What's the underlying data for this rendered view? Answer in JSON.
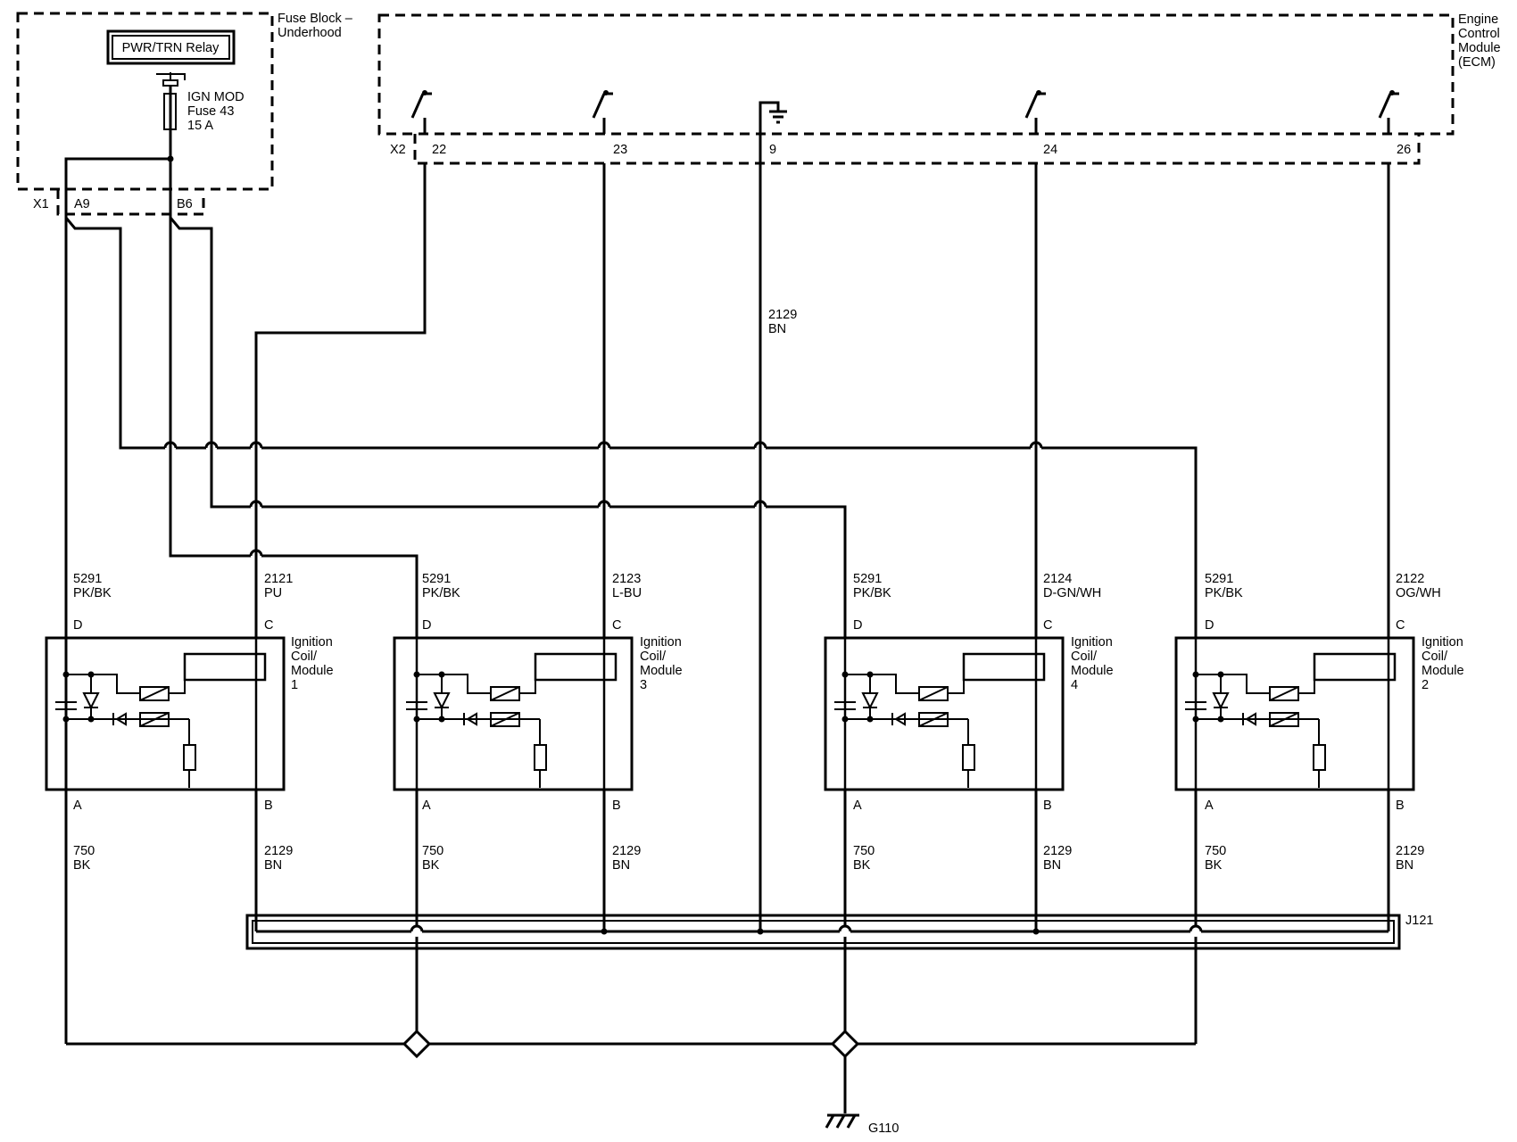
{
  "fuse_block": {
    "label_line1": "Fuse Block –",
    "label_line2": "Underhood",
    "relay_label": "PWR/TRN Relay",
    "fuse_line1": "IGN MOD",
    "fuse_line2": "Fuse 43",
    "fuse_line3": "15 A",
    "connector": "X1",
    "pin_a9": "A9",
    "pin_b6": "B6"
  },
  "ecm": {
    "label_line1": "Engine",
    "label_line2": "Control",
    "label_line3": "Module",
    "label_line4": "(ECM)",
    "connector": "X2",
    "pins": [
      "22",
      "23",
      "9",
      "24",
      "26"
    ]
  },
  "ground_wire": {
    "circuit": "2129",
    "color": "BN"
  },
  "coils": [
    {
      "name_line1": "Ignition",
      "name_line2": "Coil/",
      "name_line3": "Module",
      "number": "1",
      "d_circuit": "5291",
      "d_color": "PK/BK",
      "c_circuit": "2121",
      "c_color": "PU",
      "a_circuit": "750",
      "a_color": "BK",
      "b_circuit": "2129",
      "b_color": "BN",
      "pin_d": "D",
      "pin_c": "C",
      "pin_a": "A",
      "pin_b": "B"
    },
    {
      "name_line1": "Ignition",
      "name_line2": "Coil/",
      "name_line3": "Module",
      "number": "3",
      "d_circuit": "5291",
      "d_color": "PK/BK",
      "c_circuit": "2123",
      "c_color": "L-BU",
      "a_circuit": "750",
      "a_color": "BK",
      "b_circuit": "2129",
      "b_color": "BN",
      "pin_d": "D",
      "pin_c": "C",
      "pin_a": "A",
      "pin_b": "B"
    },
    {
      "name_line1": "Ignition",
      "name_line2": "Coil/",
      "name_line3": "Module",
      "number": "4",
      "d_circuit": "5291",
      "d_color": "PK/BK",
      "c_circuit": "2124",
      "c_color": "D-GN/WH",
      "a_circuit": "750",
      "a_color": "BK",
      "b_circuit": "2129",
      "b_color": "BN",
      "pin_d": "D",
      "pin_c": "C",
      "pin_a": "A",
      "pin_b": "B"
    },
    {
      "name_line1": "Ignition",
      "name_line2": "Coil/",
      "name_line3": "Module",
      "number": "2",
      "d_circuit": "5291",
      "d_color": "PK/BK",
      "c_circuit": "2122",
      "c_color": "OG/WH",
      "a_circuit": "750",
      "a_color": "BK",
      "b_circuit": "2129",
      "b_color": "BN",
      "pin_d": "D",
      "pin_c": "C",
      "pin_a": "A",
      "pin_b": "B"
    }
  ],
  "splice": {
    "label": "J121"
  },
  "ground": {
    "label": "G110"
  }
}
